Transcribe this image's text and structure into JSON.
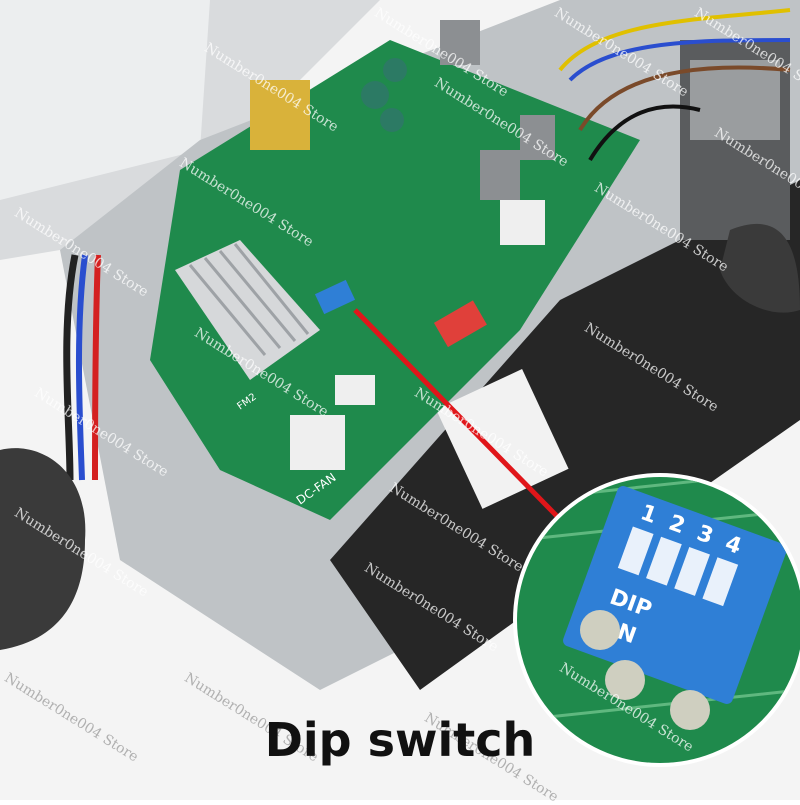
{
  "caption": "Dip switch",
  "watermark": "Number0ne004 Store",
  "board_labels": {
    "dip_on": "ON",
    "dip_brand": "DIP",
    "dip_numbers": [
      "1",
      "2",
      "3",
      "4"
    ],
    "dc_fan": "DC-FAN",
    "fm2": "FM2"
  },
  "colors": {
    "board_green": "#1f8a4c",
    "dip_blue": "#2f7fd6",
    "arrow_red": "#e0161a",
    "chassis_dark": "#2a2a2a",
    "metal_gray": "#c9cccf"
  }
}
